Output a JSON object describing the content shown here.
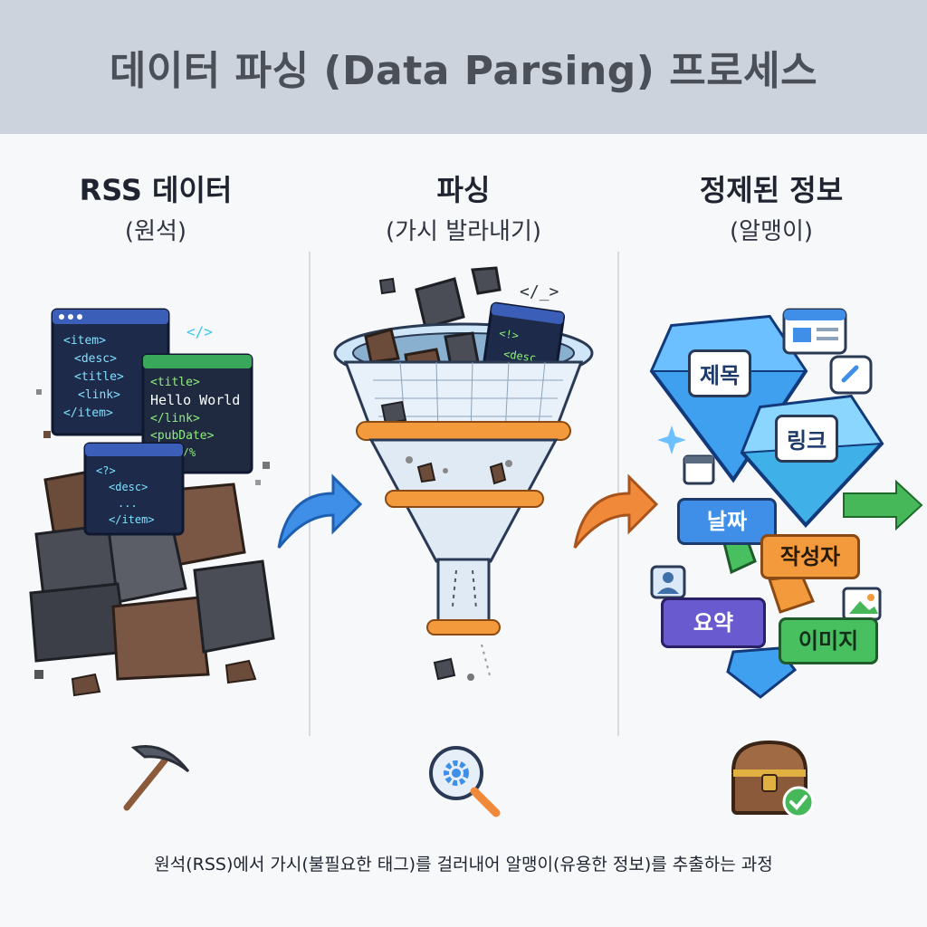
{
  "title": "데이터 파싱 (Data Parsing) 프로세스",
  "columns": [
    {
      "title": "RSS 데이터",
      "subtitle": "(원석)"
    },
    {
      "title": "파싱",
      "subtitle": "(가시 발라내기)"
    },
    {
      "title": "정제된 정보",
      "subtitle": "(알맹이)"
    }
  ],
  "code_cards": {
    "card1": [
      "<item>",
      "<desc>",
      "<title>",
      "<link>",
      "</item>"
    ],
    "card2": [
      "<title>",
      "Hello World",
      "</link>",
      "<pubDate>",
      "<%>/%"
    ],
    "card3": [
      "<?>",
      "<desc>",
      "...",
      "</item>"
    ],
    "card_funnel": [
      "<!>",
      "<desc"
    ],
    "floating": [
      "</>",
      "</_>"
    ]
  },
  "info_labels": {
    "title": "제목",
    "link": "링크",
    "date": "날짜",
    "author": "작성자",
    "summary": "요약",
    "image": "이미지"
  },
  "colors": {
    "banner": "#cdd3dc",
    "code_card": "#1d2a4a",
    "gem_blue": "#3fa0f0",
    "funnel_orange": "#f39a3c",
    "arrow_blue": "#3f8fe8",
    "arrow_orange": "#f08a3a",
    "arrow_green": "#46b85a"
  },
  "caption": "원석(RSS)에서 가시(불필요한 태그)를 걸러내어 알맹이(유용한 정보)를 추출하는 과정"
}
